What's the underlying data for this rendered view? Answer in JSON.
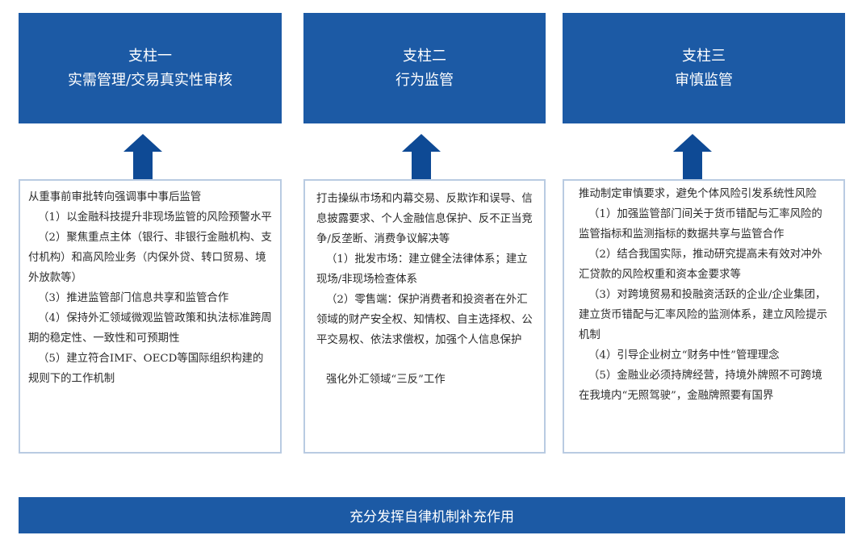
{
  "colors": {
    "header_bg": "#1c5aa5",
    "arrow": "#0e4a95",
    "box_border": "#b9cbe2"
  },
  "pillars": [
    {
      "title": "支柱一",
      "subtitle": "实需管理/交易真实性审核",
      "intro": "从重事前审批转向强调事中事后监管",
      "items": [
        "（1）以金融科技提升非现场监管的风险预警水平",
        "（2）聚焦重点主体（银行、非银行金融机构、支付机构）和高风险业务（内保外贷、转口贸易、境外放款等）",
        "（3）推进监管部门信息共享和监管合作",
        "（4）保持外汇领域微观监管政策和执法标准跨周期的稳定性、一致性和可预期性",
        "（5）建立符合IMF、OECD等国际组织构建的规则下的工作机制"
      ]
    },
    {
      "title": "支柱二",
      "subtitle": "行为监管",
      "intro": "打击操纵市场和内幕交易、反欺诈和误导、信息披露要求、个人金融信息保护、反不正当竞争/反垄断、消费争议解决等",
      "items": [
        "（1）批发市场：建立健全法律体系；建立现场/非现场检查体系",
        "（2）零售端：保护消费者和投资者在外汇领域的财产安全权、知情权、自主选择权、公平交易权、依法求偿权，加强个人信息保护"
      ],
      "footer": "强化外汇领域“三反”工作"
    },
    {
      "title": "支柱三",
      "subtitle": "审慎监管",
      "intro": "推动制定审慎要求，避免个体风险引发系统性风险",
      "items": [
        "（1）加强监管部门间关于货币错配与汇率风险的监管指标和监测指标的数据共享与监管合作",
        "（2）结合我国实际，推动研究提高未有效对冲外汇贷款的风险权重和资本金要求等",
        "（3）对跨境贸易和投融资活跃的企业/企业集团，建立货币错配与汇率风险的监测体系，建立风险提示机制",
        "（4）引导企业树立“财务中性”管理理念",
        "（5）金融业必须持牌经营，持境外牌照不可跨境在我境内“无照驾驶”，金融牌照要有国界"
      ]
    }
  ],
  "bottom_bar": "充分发挥自律机制补充作用"
}
